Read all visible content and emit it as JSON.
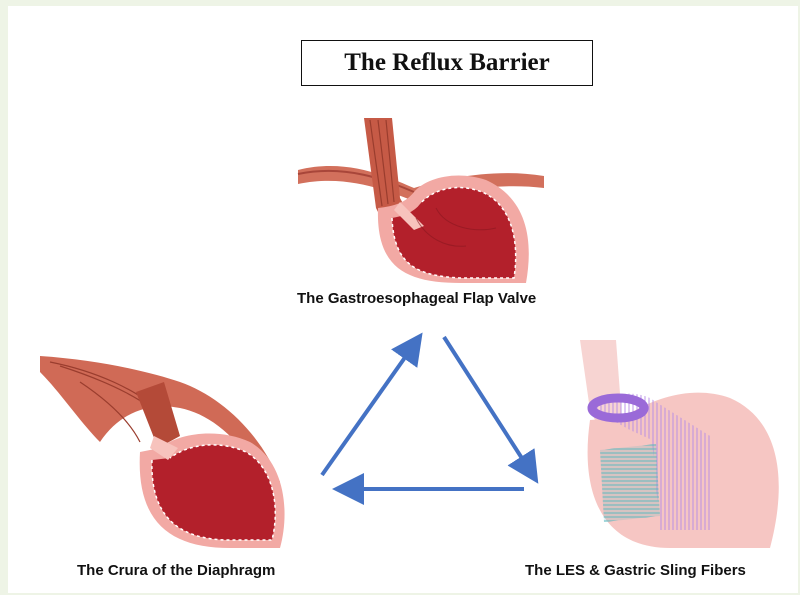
{
  "title": "The Reflux Barrier",
  "components": {
    "top": {
      "label": "The Gastroesophageal Flap Valve",
      "icon": "stomach-flap-valve-illustration"
    },
    "left": {
      "label": "The Crura of the Diaphragm",
      "icon": "diaphragm-crura-illustration"
    },
    "right": {
      "label": "The LES & Gastric Sling Fibers",
      "icon": "les-sling-fibers-illustration"
    }
  },
  "colors": {
    "arrow": "#4472c4",
    "stomach_inner": "#b3202b",
    "stomach_wall": "#f2a9a4",
    "muscle": "#c9533e",
    "sling": "#9a6ad8",
    "les": "#5ab8c0"
  }
}
